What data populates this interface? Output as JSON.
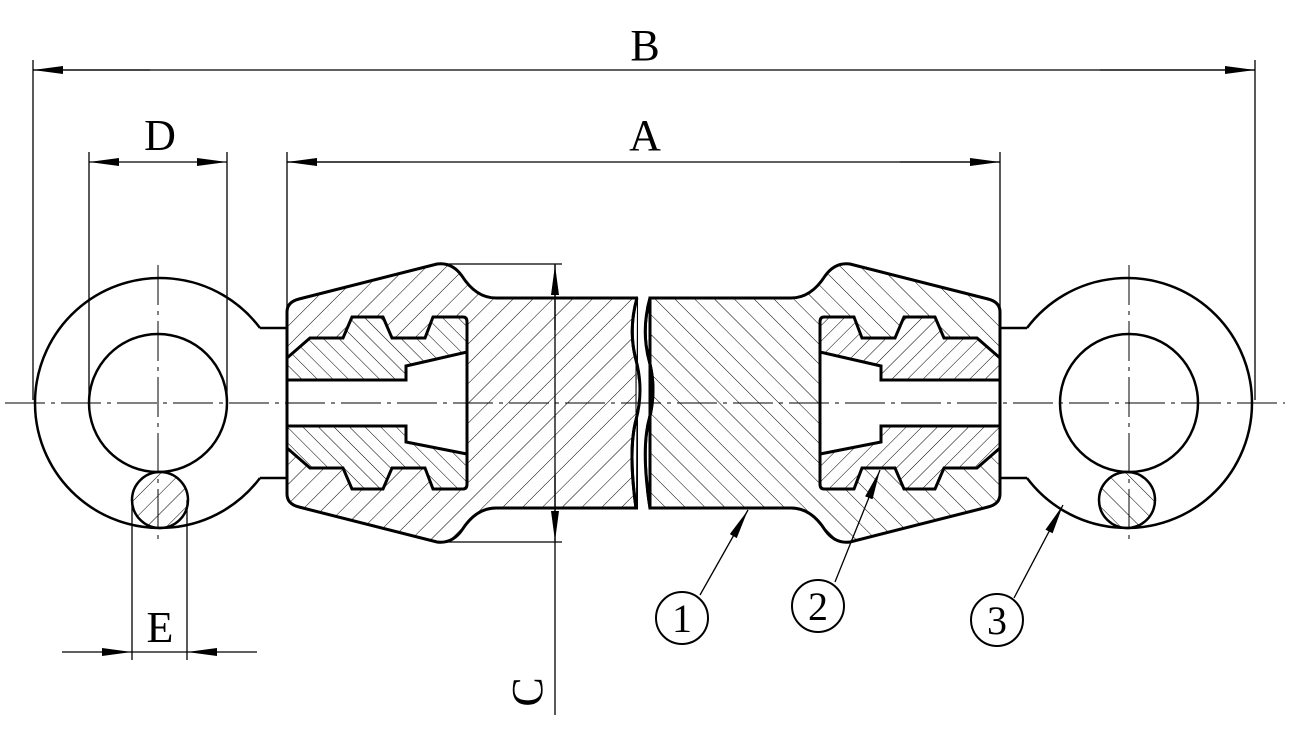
{
  "labels": {
    "A": "A",
    "B": "B",
    "C": "C",
    "D": "D",
    "E": "E"
  },
  "callouts": [
    "1",
    "2",
    "3"
  ],
  "colors": {
    "line": "#000000",
    "background": "#ffffff"
  }
}
